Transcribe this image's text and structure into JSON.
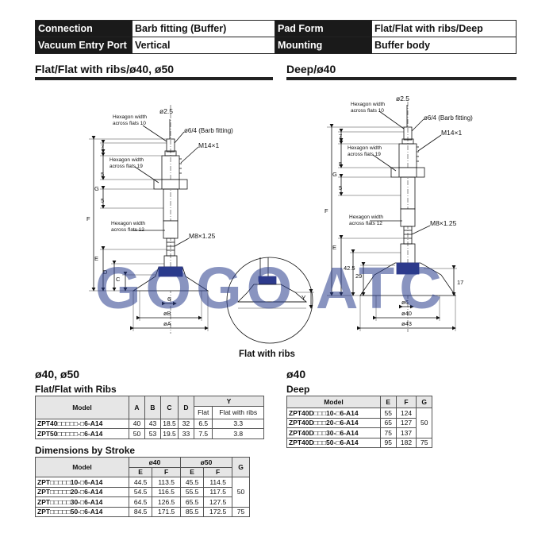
{
  "spec_table": {
    "connection_label": "Connection",
    "connection_value": "Barb fitting (Buffer)",
    "pad_form_label": "Pad Form",
    "pad_form_value": "Flat/Flat with ribs/Deep",
    "vacuum_entry_label": "Vacuum Entry Port",
    "vacuum_entry_value": "Vertical",
    "mounting_label": "Mounting",
    "mounting_value": "Buffer body"
  },
  "left_section_title": "Flat/Flat with ribs/ø40, ø50",
  "right_section_title": "Deep/ø40",
  "left_drawing": {
    "d_phi25": "ø2.5",
    "hex10": [
      "Hexagon width",
      "across flats 10"
    ],
    "barb": "ø6/4 (Barb fitting)",
    "m14": "M14×1",
    "hex19": [
      "Hexagon width",
      "across flats 19"
    ],
    "hex12": [
      "Hexagon width",
      "across flats 12"
    ],
    "m8": "M8×1.25",
    "dim_7": "7",
    "dim_5a": "5",
    "dim_g": "G",
    "dim_5b": "5",
    "dim_f": "F",
    "dim_e": "E",
    "dim_d": "D",
    "dim_c": "C",
    "dim_6": "6",
    "dim_phib": "øB",
    "dim_phia": "øA"
  },
  "ribs_inset": {
    "dim_y": "Y",
    "caption": "Flat with ribs"
  },
  "right_drawing": {
    "d_phi25": "ø2.5",
    "hex10": [
      "Hexagon width",
      "across flats 10"
    ],
    "barb": "ø6/4 (Barb fitting)",
    "m14": "M14×1",
    "hex19": [
      "Hexagon width",
      "across flats 19"
    ],
    "hex12": [
      "Hexagon width",
      "across flats 12"
    ],
    "m8": "M8×1.25",
    "dim_7": "7",
    "dim_5a": "5",
    "dim_g": "G",
    "dim_5b": "5",
    "dim_f": "F",
    "dim_e": "E",
    "dim_425": "42.5",
    "dim_29": "29",
    "dim_17": "17",
    "dim_phi6": "ø6",
    "dim_phi40": "ø40",
    "dim_phi43": "ø43"
  },
  "watermark": "GOGO ATC",
  "left_tables": {
    "size_title": "ø40, ø50",
    "flat_title": "Flat/Flat with Ribs",
    "flat": {
      "headers": [
        "Model",
        "A",
        "B",
        "C",
        "D",
        "Y"
      ],
      "y_sub": [
        "Flat",
        "Flat with ribs"
      ],
      "rows": [
        {
          "model": "ZPT40□□□□□-□6-A14",
          "cells": [
            "40",
            "43",
            "18.5",
            "32",
            "6.5",
            "3.3"
          ]
        },
        {
          "model": "ZPT50□□□□□-□6-A14",
          "cells": [
            "50",
            "53",
            "19.5",
            "33",
            "7.5",
            "3.8"
          ]
        }
      ]
    },
    "stroke_title": "Dimensions by Stroke",
    "stroke": {
      "headers": [
        "Model",
        "ø40",
        "ø50",
        "G"
      ],
      "sub": [
        "E",
        "F",
        "E",
        "F"
      ],
      "rows": [
        {
          "model": "ZPT□□□□□10-□6-A14",
          "cells": [
            "44.5",
            "113.5",
            "45.5",
            "114.5"
          ]
        },
        {
          "model": "ZPT□□□□□20-□6-A14",
          "cells": [
            "54.5",
            "116.5",
            "55.5",
            "117.5"
          ]
        },
        {
          "model": "ZPT□□□□□30-□6-A14",
          "cells": [
            "64.5",
            "126.5",
            "65.5",
            "127.5"
          ]
        },
        {
          "model": "ZPT□□□□□50-□6-A14",
          "cells": [
            "84.5",
            "171.5",
            "85.5",
            "172.5"
          ]
        }
      ],
      "g_values": [
        "50",
        "75"
      ]
    }
  },
  "right_tables": {
    "size_title": "ø40",
    "deep_title": "Deep",
    "headers": [
      "Model",
      "E",
      "F",
      "G"
    ],
    "rows": [
      {
        "model": "ZPT40D□□□10-□6-A14",
        "cells": [
          "55",
          "124"
        ]
      },
      {
        "model": "ZPT40D□□□20-□6-A14",
        "cells": [
          "65",
          "127"
        ]
      },
      {
        "model": "ZPT40D□□□30-□6-A14",
        "cells": [
          "75",
          "137"
        ]
      },
      {
        "model": "ZPT40D□□□50-□6-A14",
        "cells": [
          "95",
          "182"
        ]
      }
    ],
    "g_values": [
      "50",
      "75"
    ]
  }
}
